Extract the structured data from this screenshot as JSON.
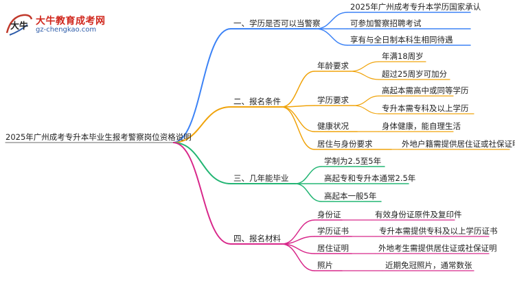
{
  "logo": {
    "title": "大牛教育成考网",
    "url": "gz-chengkao.com",
    "mark_text": "大牛",
    "colors": {
      "title": "#d0271d",
      "url": "#2b5aa8",
      "mark": "#c0392b"
    }
  },
  "root": {
    "label": "2025年广州成考专升本毕业生报考警察岗位资格说明"
  },
  "branches": [
    {
      "label": "一、学历是否可以当警察",
      "color": "#3b82f6",
      "children": [
        {
          "label": "2025年广州成考专升本学历国家承认"
        },
        {
          "label": "可参加警察招聘考试"
        },
        {
          "label": "享有与全日制本科生相同待遇"
        }
      ]
    },
    {
      "label": "二、报名条件",
      "color": "#f0a30a",
      "children": [
        {
          "label": "年龄要求",
          "children": [
            {
              "label": "年满18周岁"
            },
            {
              "label": "超过25周岁可加分"
            }
          ]
        },
        {
          "label": "学历要求",
          "children": [
            {
              "label": "高起本需高中或同等学历"
            },
            {
              "label": "专升本需专科及以上学历"
            }
          ]
        },
        {
          "label": "健康状况",
          "children": [
            {
              "label": "身体健康，能自理生活"
            }
          ]
        },
        {
          "label": "居住与身份要求",
          "children": [
            {
              "label": "外地户籍需提供居住证或社保证明"
            }
          ]
        }
      ]
    },
    {
      "label": "三、几年能毕业",
      "color": "#22b573",
      "children": [
        {
          "label": "学制为2.5至5年"
        },
        {
          "label": "高起专和专升本通常2.5年"
        },
        {
          "label": "高起本一般5年"
        }
      ]
    },
    {
      "label": "四、报名材料",
      "color": "#d8278a",
      "children": [
        {
          "label": "身份证",
          "children": [
            {
              "label": "有效身份证原件及复印件"
            }
          ]
        },
        {
          "label": "学历证书",
          "children": [
            {
              "label": "专升本需提供专科及以上学历证书"
            }
          ]
        },
        {
          "label": "居住证明",
          "children": [
            {
              "label": "外地考生需提供居住证或社保证明"
            }
          ]
        },
        {
          "label": "照片",
          "children": [
            {
              "label": "近期免冠照片，通常数张"
            }
          ]
        }
      ]
    }
  ]
}
